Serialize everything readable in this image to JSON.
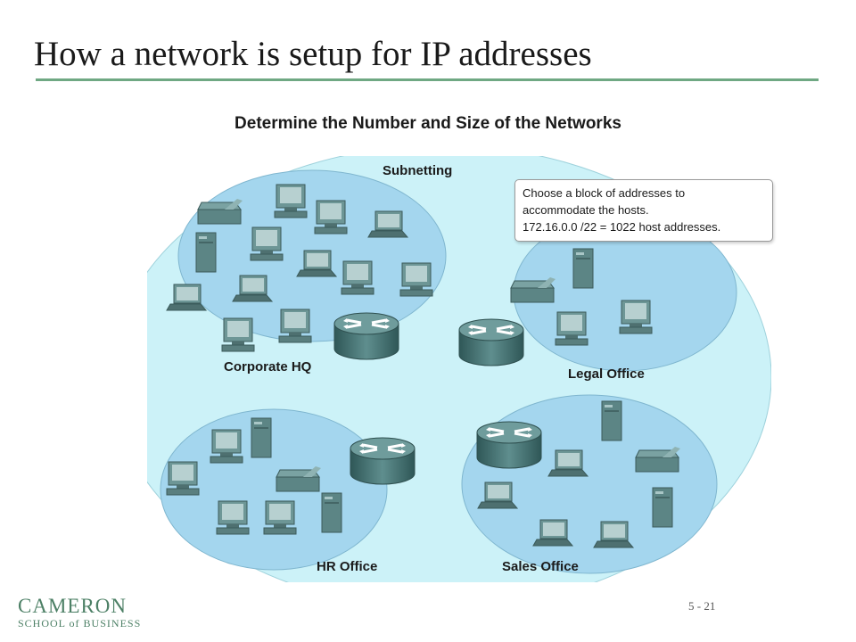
{
  "slide": {
    "title": "How a network is setup for IP addresses",
    "page_number": "5 - 21"
  },
  "diagram": {
    "title": "Determine the Number and Size of the Networks",
    "network_label": "Subnetting",
    "callout": {
      "line1": "Choose a block of addresses to",
      "line2": "accommodate the hosts.",
      "line3": "172.16.0.0 /22 = 1022 host addresses."
    },
    "subnets": {
      "corporate_hq": "Corporate HQ",
      "legal_office": "Legal Office",
      "hr_office": "HR Office",
      "sales_office": "Sales Office"
    },
    "colors": {
      "outer": "#ccf2f8",
      "subnet": "#a4d6ee",
      "device": "#5c8585",
      "router": "#3f6a6a"
    }
  },
  "logo": {
    "name": "CAMERON",
    "school": "SCHOOL of BUSINESS"
  }
}
